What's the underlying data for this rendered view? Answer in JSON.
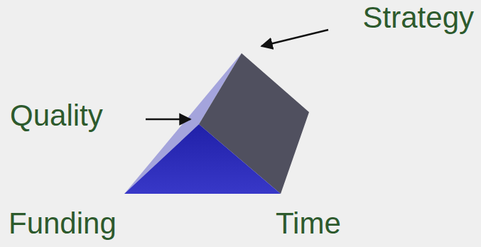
{
  "diagram": {
    "labels": [
      "Strategy",
      "Quality",
      "Funding",
      "Time"
    ]
  }
}
